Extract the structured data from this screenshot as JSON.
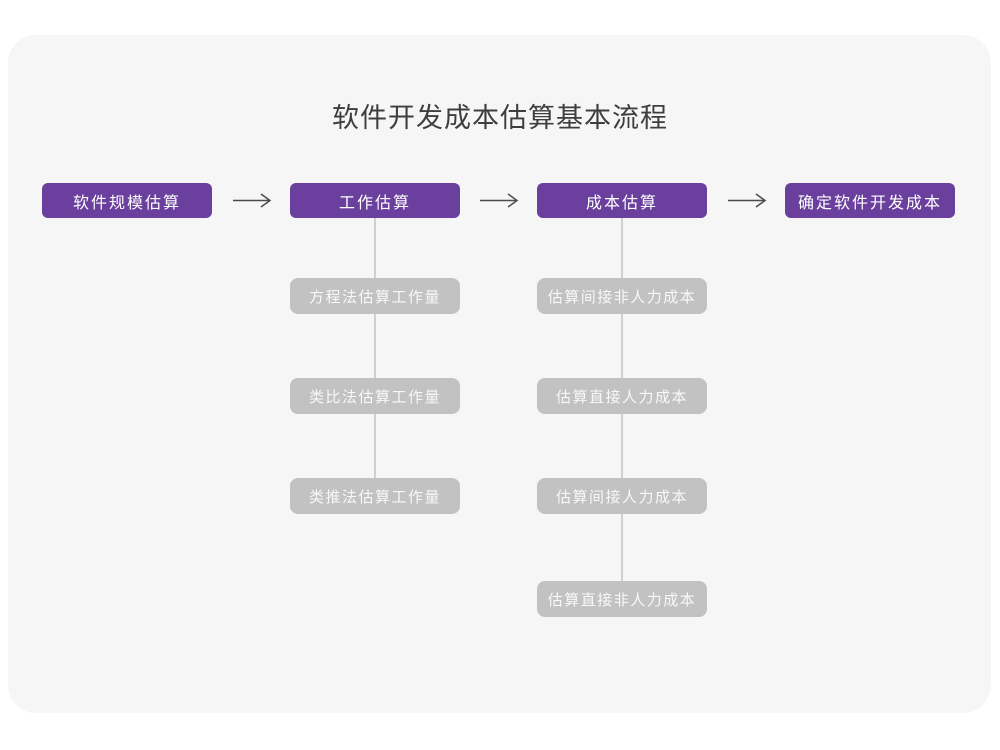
{
  "title": "软件开发成本估算基本流程",
  "flow": {
    "main_steps": [
      "软件规模估算",
      "工作估算",
      "成本估算",
      "确定软件开发成本"
    ],
    "work_estimation_methods": [
      "方程法估算工作量",
      "类比法估算工作量",
      "类推法估算工作量"
    ],
    "cost_estimation_steps": [
      "估算间接非人力成本",
      "估算直接人力成本",
      "估算间接人力成本",
      "估算直接非人力成本"
    ]
  },
  "colors": {
    "primary_purple": "#6B3F9E",
    "sub_step_gray": "#C2C2C2",
    "card_background": "#F6F6F7",
    "connector_gray": "#CFCFCF",
    "arrow_gray": "#4B4B4B",
    "title_text": "#3E3E3E"
  }
}
